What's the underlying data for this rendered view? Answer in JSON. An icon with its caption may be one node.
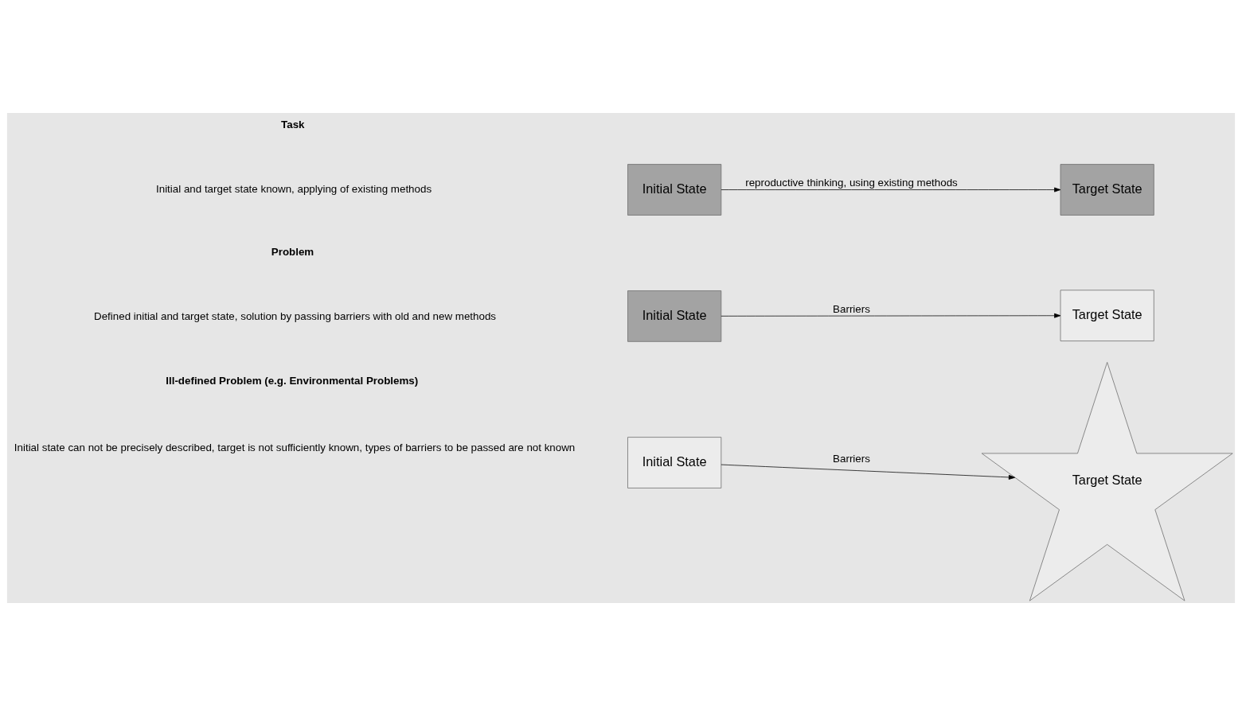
{
  "diagram": {
    "nodes": [
      {
        "text": [
          "Initial State"
        ]
      },
      {
        "text": [
          "Target State"
        ]
      },
      {
        "text": [
          "Initial State"
        ]
      },
      {
        "text": [
          "Target State"
        ]
      },
      {
        "text": [
          "Initial State"
        ]
      },
      {
        "text": [
          "Target State"
        ]
      }
    ],
    "edges": [
      {
        "from": 0,
        "to": 1,
        "arrow": "to",
        "label": "reproductive thinking, using existing methods"
      },
      {
        "from": 2,
        "to": 3,
        "arrow": "to",
        "label": "Barriers"
      },
      {
        "from": 4,
        "to": 5,
        "arrow": "to",
        "label": "Barriers"
      }
    ],
    "labels": [
      "Task",
      "Initial and target state known, applying of existing methods",
      "Problem",
      "Defined initial and target state, solution by passing barriers with old and new methods",
      "Ill-defined Problem (e.g. Environmental Problems)",
      "Initial state can not be precisely described, target is not sufficiently known, types of barriers to be passed are not known"
    ]
  }
}
